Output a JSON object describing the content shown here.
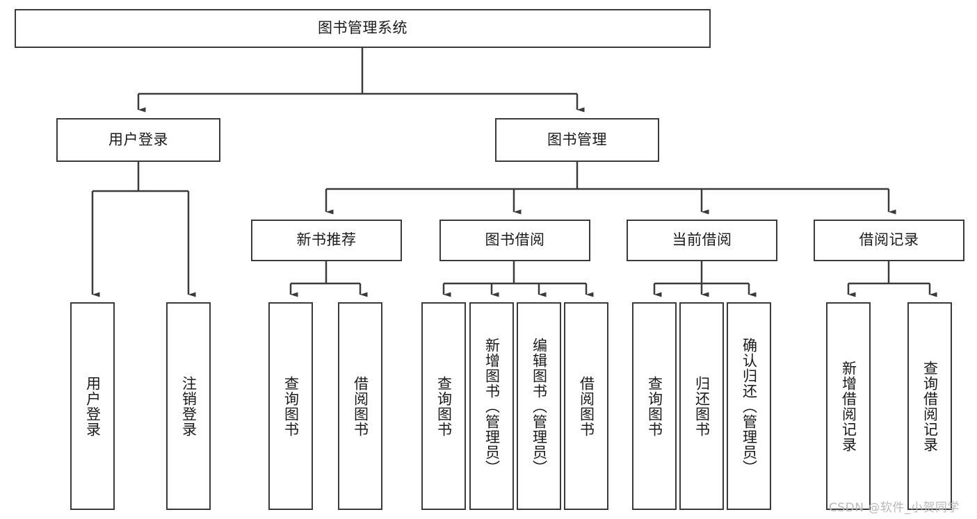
{
  "diagram": {
    "type": "hierarchy-tree",
    "title_node": {
      "label": "图书管理系统"
    },
    "level2": [
      {
        "id": "user-login",
        "label": "用户登录"
      },
      {
        "id": "book-management",
        "label": "图书管理"
      }
    ],
    "level3": [
      {
        "id": "new-book-recommend",
        "label": "新书推荐"
      },
      {
        "id": "book-borrow",
        "label": "图书借阅"
      },
      {
        "id": "current-borrow",
        "label": "当前借阅"
      },
      {
        "id": "borrow-record",
        "label": "借阅记录"
      }
    ],
    "leaves": {
      "user_login": [
        {
          "id": "login",
          "label": "用户登录"
        },
        {
          "id": "logout",
          "label": "注销登录"
        }
      ],
      "new_book_recommend": [
        {
          "id": "query-book",
          "label": "查询图书"
        },
        {
          "id": "borrow-book",
          "label": "借阅图书"
        }
      ],
      "book_borrow": [
        {
          "id": "query-book",
          "label": "查询图书"
        },
        {
          "id": "add-book-admin",
          "label": "新增图书（管理员）"
        },
        {
          "id": "edit-book-admin",
          "label": "编辑图书（管理员）"
        },
        {
          "id": "borrow-book",
          "label": "借阅图书"
        }
      ],
      "current_borrow": [
        {
          "id": "query-book",
          "label": "查询图书"
        },
        {
          "id": "return-book",
          "label": "归还图书"
        },
        {
          "id": "confirm-return-admin",
          "label": "确认归还（管理员）"
        }
      ],
      "borrow_record": [
        {
          "id": "add-borrow-record",
          "label": "新增借阅记录"
        },
        {
          "id": "query-borrow-record",
          "label": "查询借阅记录"
        }
      ]
    }
  },
  "watermark": {
    "text": "CSDN @软件_小贺同学"
  },
  "colors": {
    "stroke": "#3a3a3a",
    "background": "#ffffff",
    "text": "#1a1a1a",
    "watermark": "#b9b9b9"
  }
}
